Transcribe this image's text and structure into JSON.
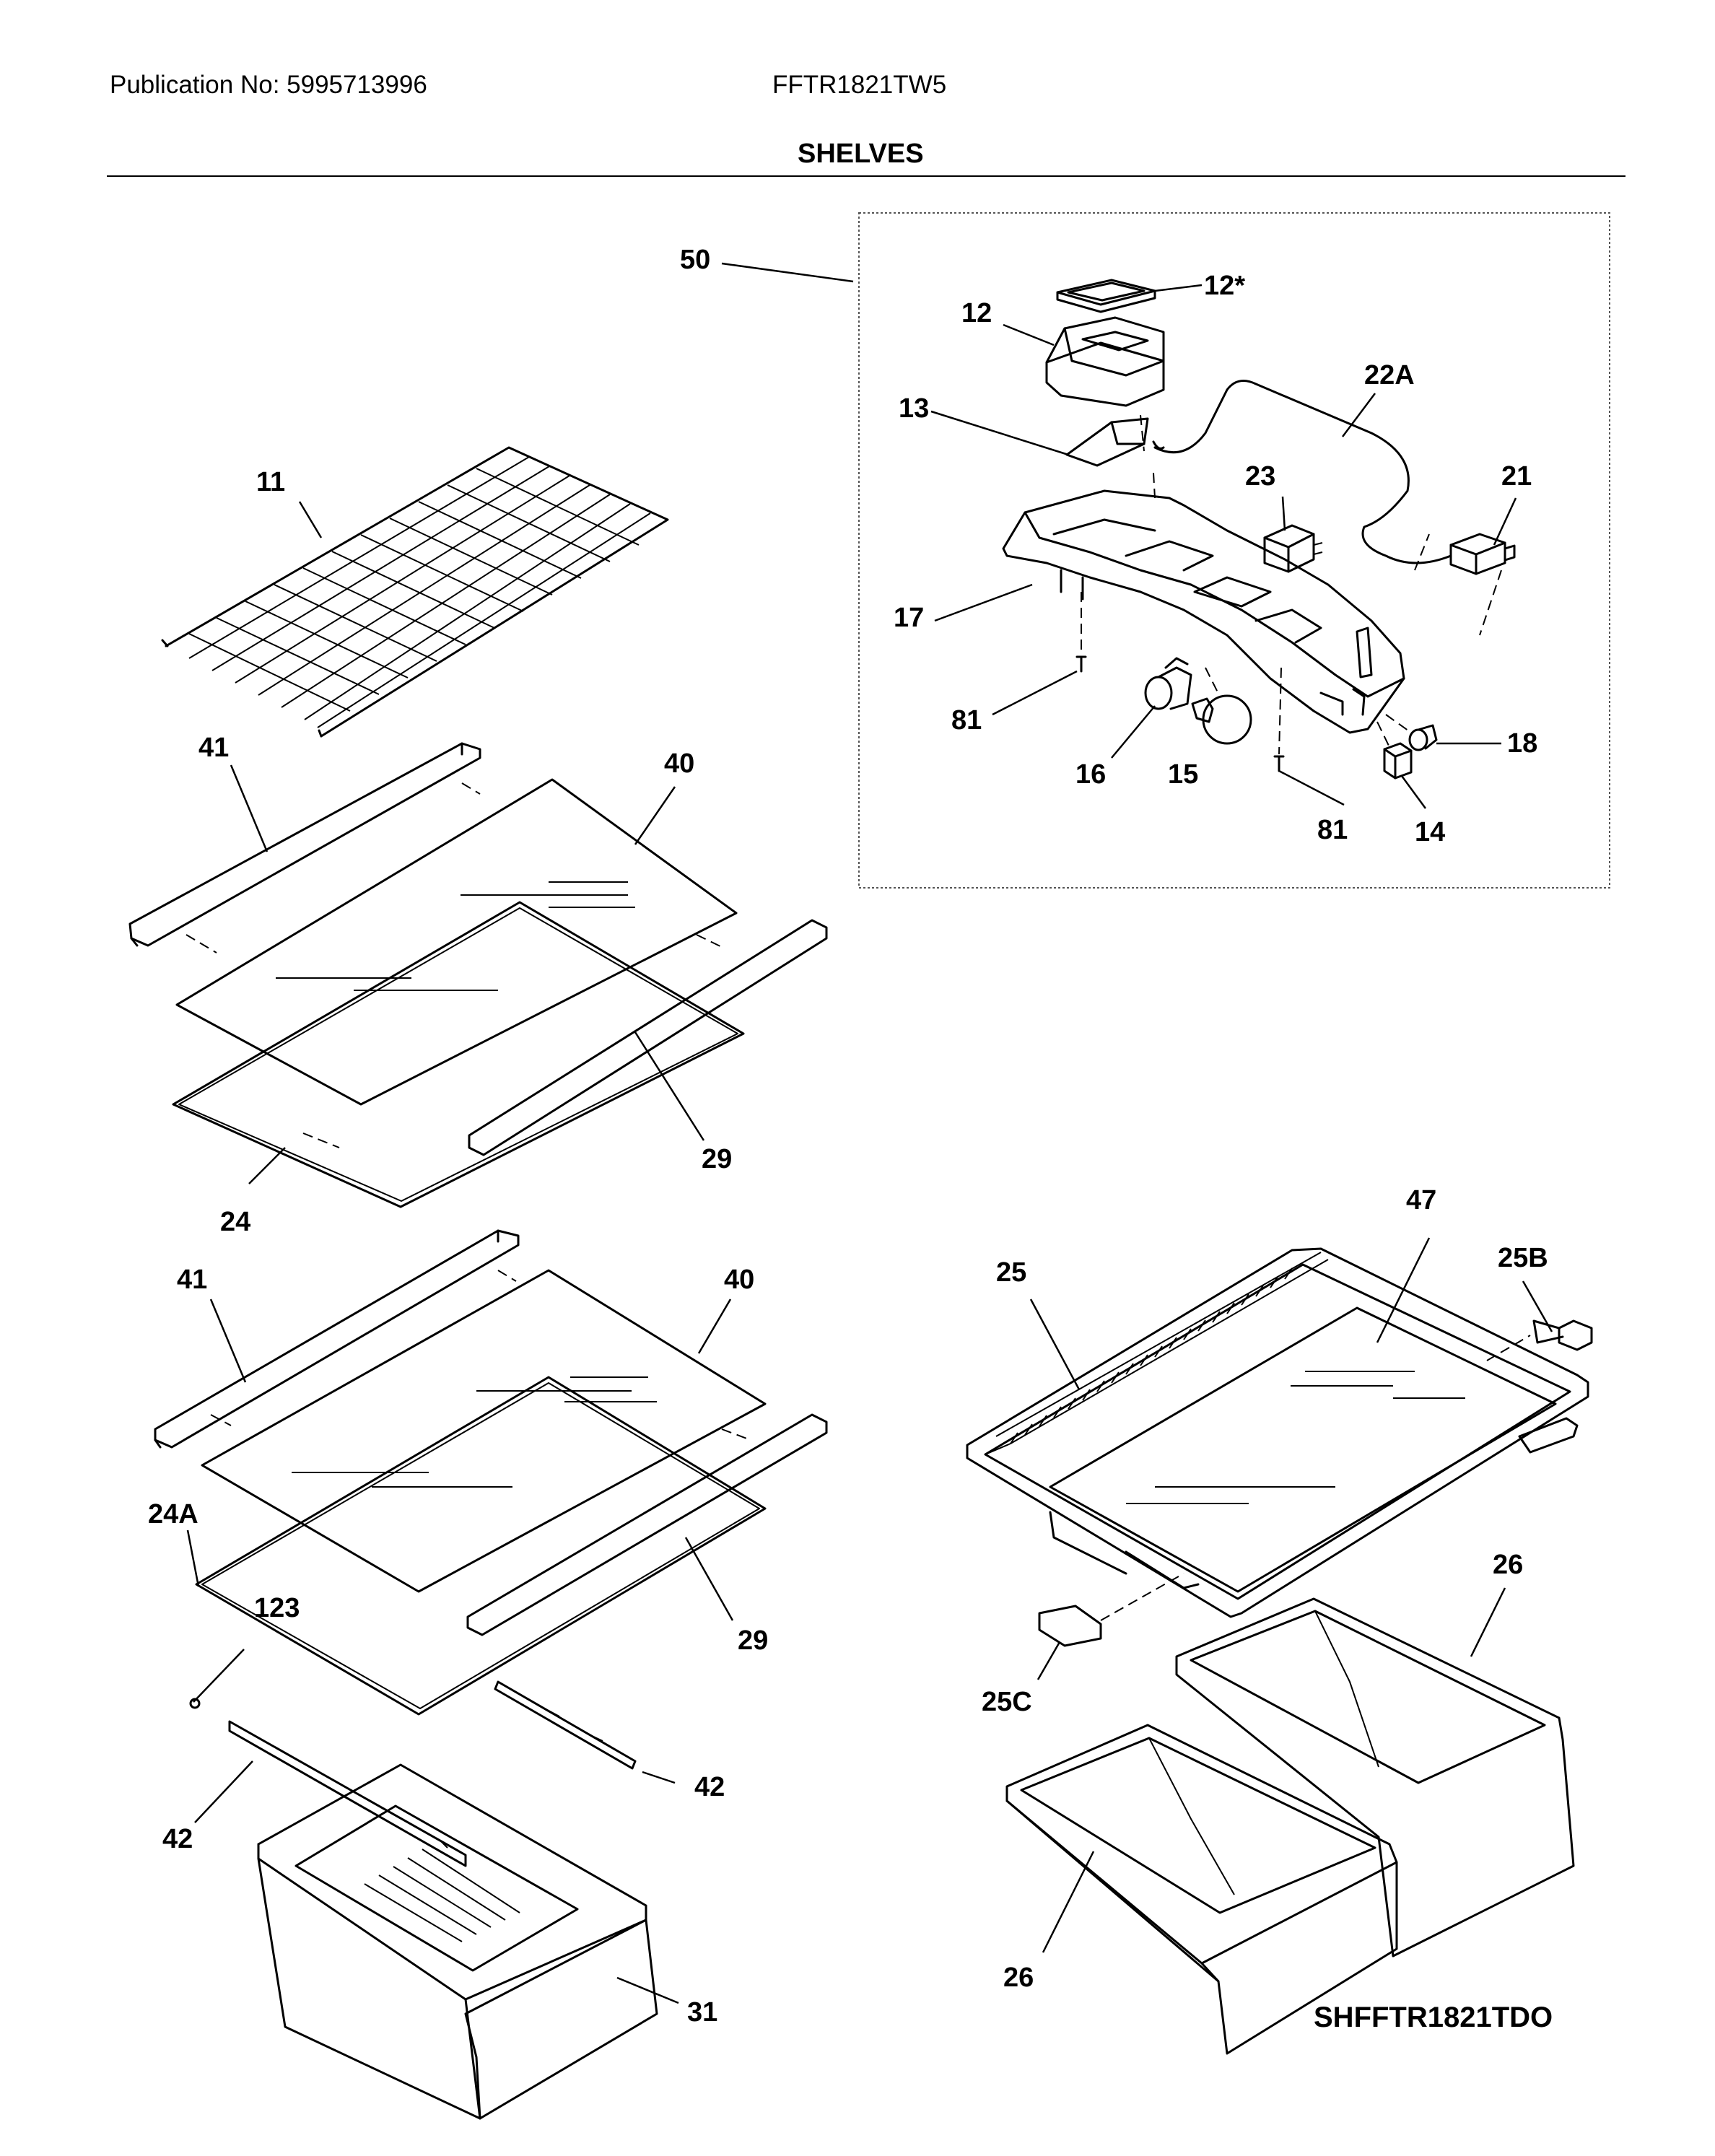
{
  "header": {
    "publication": "Publication No: 5995713996",
    "model": "FFTR1821TW5",
    "section_title": "SHELVES"
  },
  "drawing_code": "SHFFTR1821TDO",
  "callouts": {
    "c50": "50",
    "c12s": "12*",
    "c12": "12",
    "c22a": "22A",
    "c13": "13",
    "c23": "23",
    "c21": "21",
    "c17": "17",
    "c81a": "81",
    "c16": "16",
    "c15": "15",
    "c18": "18",
    "c81b": "81",
    "c14": "14",
    "c11": "11",
    "c41a": "41",
    "c40a": "40",
    "c29a": "29",
    "c24": "24",
    "c41b": "41",
    "c40b": "40",
    "c24a": "24A",
    "c123": "123",
    "c29b": "29",
    "c42a": "42",
    "c42b": "42",
    "c31": "31",
    "c47": "47",
    "c25": "25",
    "c25b": "25B",
    "c25c": "25C",
    "c26a": "26",
    "c26b": "26"
  }
}
